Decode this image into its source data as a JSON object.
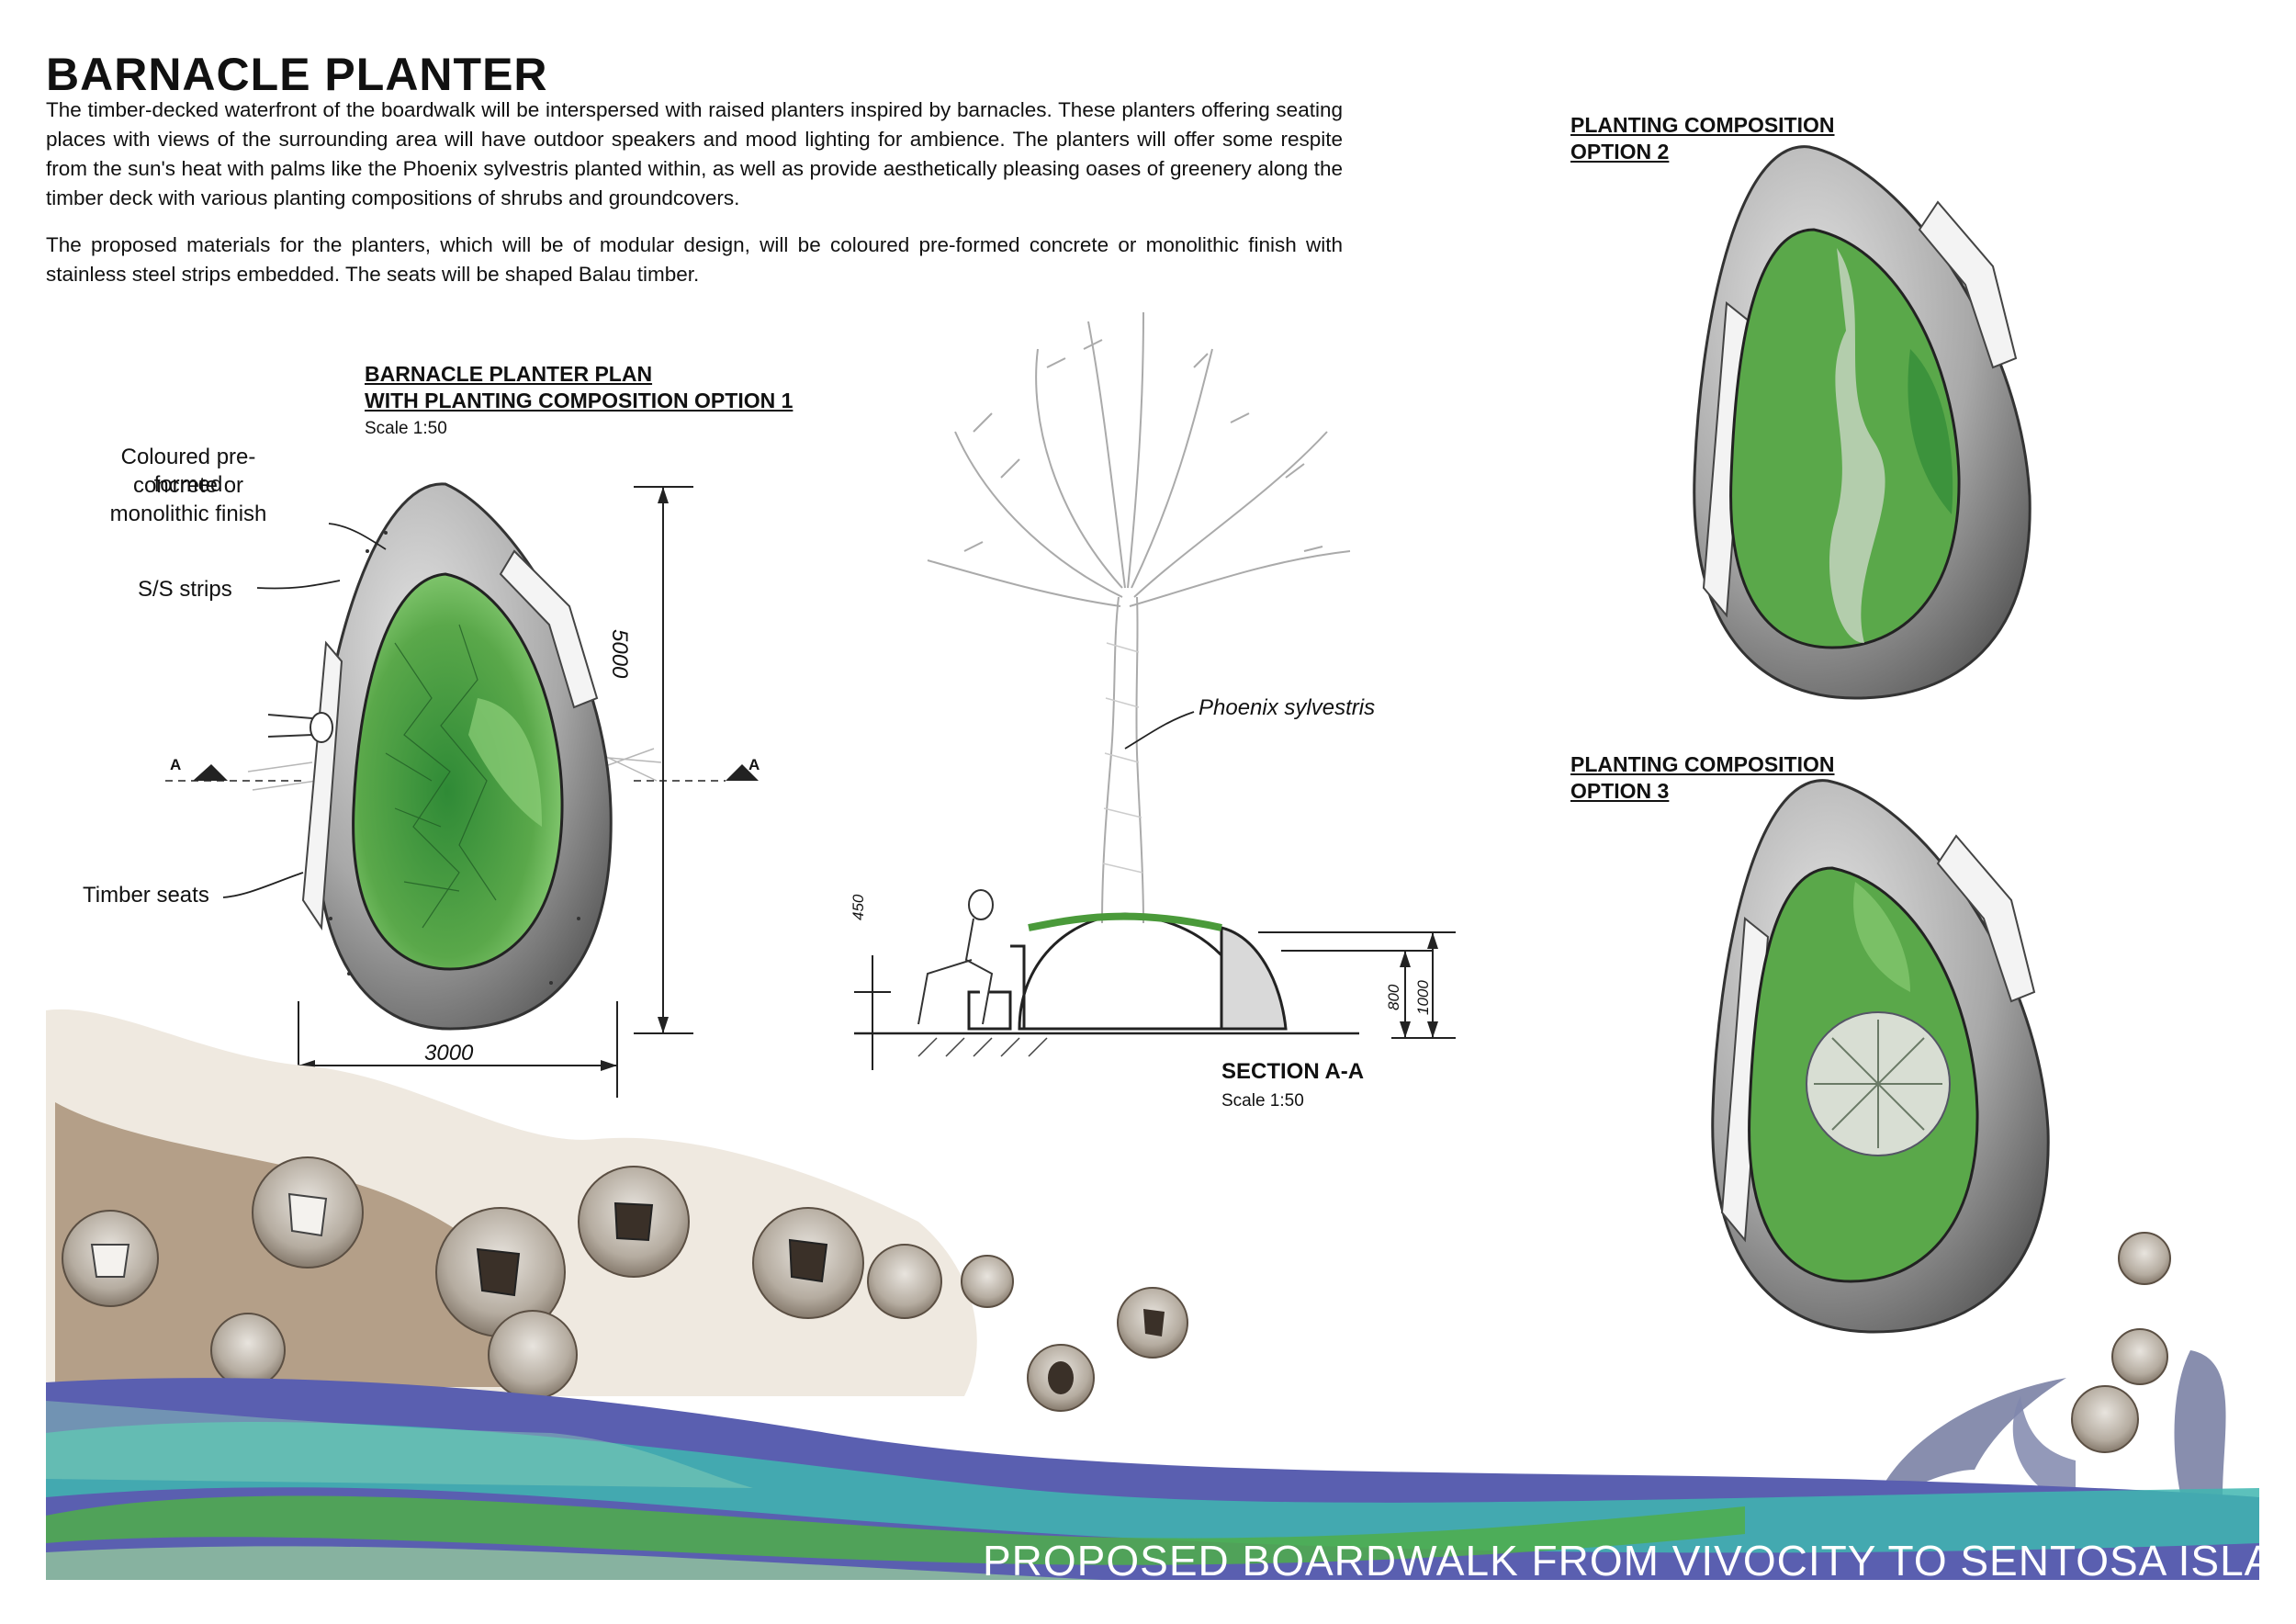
{
  "title": "BARNACLE PLANTER",
  "intro_paragraphs": [
    "The timber-decked waterfront of the boardwalk will be interspersed with raised planters inspired by barnacles. These planters offering seating places with views of the surrounding area will have outdoor speakers and mood lighting for ambience. The planters will offer some respite from the sun's heat with palms like the Phoenix sylvestris planted within, as well as provide aesthetically pleasing oases of greenery along the timber deck with various planting compositions of shrubs and groundcovers.",
    "The proposed materials for the planters, which will be of modular design, will be coloured pre-formed concrete or monolithic finish with stainless steel strips embedded. The seats will be shaped Balau timber."
  ],
  "plan": {
    "heading_line1": "BARNACLE PLANTER PLAN",
    "heading_line2": "WITH PLANTING COMPOSITION OPTION 1",
    "scale": "Scale 1:50",
    "callouts": {
      "finish_line1": "Coloured pre-formed",
      "finish_line2": "concrete or",
      "finish_line3": "monolithic finish",
      "strips": "S/S strips",
      "seats": "Timber seats"
    },
    "section_marker": "A",
    "dim_length": "5000",
    "dim_width": "3000"
  },
  "section": {
    "heading": "SECTION A-A",
    "scale": "Scale 1:50",
    "tree_label": "Phoenix sylvestris",
    "dim_seat": "450",
    "dim_wall": "800",
    "dim_total": "1000"
  },
  "option2": {
    "heading_line1": "PLANTING COMPOSITION",
    "heading_line2": "OPTION 2"
  },
  "option3": {
    "heading_line1": "PLANTING COMPOSITION",
    "heading_line2": "OPTION 3"
  },
  "banner": {
    "text": "PROPOSED BOARDWALK FROM VIVOCITY TO SENTOSA ISLAND"
  },
  "colors": {
    "planting_green": "#5aa84a",
    "concrete_grey": "#9a9a9a",
    "wave_blue": "#5a5fb0",
    "wave_teal": "#3fb6b0",
    "wave_green": "#4fae4a"
  }
}
